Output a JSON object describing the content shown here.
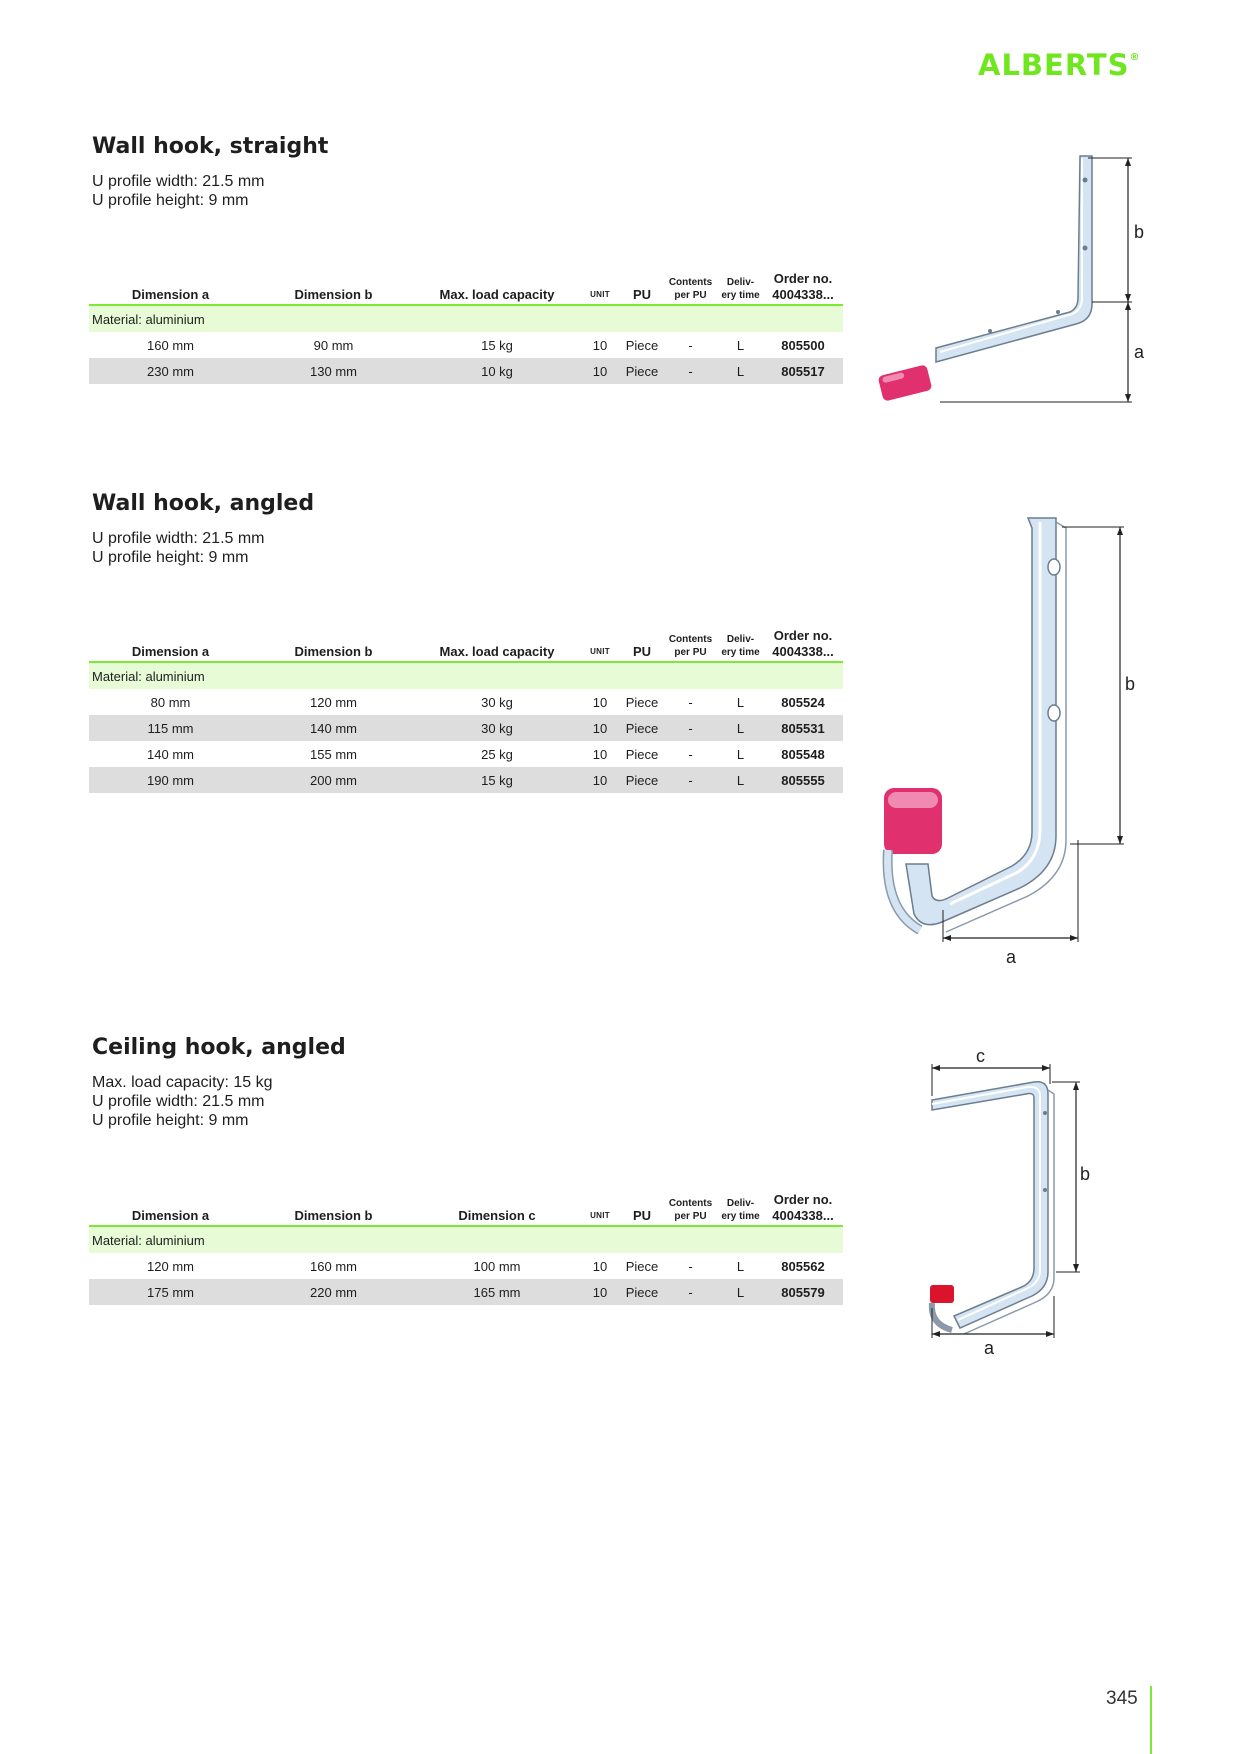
{
  "brand": {
    "name": "ALBERTS",
    "mark": "®"
  },
  "page_number": "345",
  "columns_common": {
    "dim_a": "Dimension a",
    "dim_b": "Dimension b",
    "unit": "UNIT",
    "pu": "PU",
    "contents1": "Contents",
    "contents2": "per PU",
    "delivery1": "Deliv-",
    "delivery2": "ery time",
    "order1": "Order no.",
    "order2": "4004338..."
  },
  "sections": [
    {
      "title": "Wall hook, straight",
      "specs": [
        "U profile width: 21.5 mm",
        "U profile height: 9 mm"
      ],
      "col3": "Max. load capacity",
      "material": "Material: aluminium",
      "rows": [
        [
          "160 mm",
          "90 mm",
          "15 kg",
          "10",
          "Piece",
          "-",
          "L",
          "805500"
        ],
        [
          "230 mm",
          "130 mm",
          "10 kg",
          "10",
          "Piece",
          "-",
          "L",
          "805517"
        ]
      ],
      "fig_labels": {
        "b": "b",
        "a": "a"
      }
    },
    {
      "title": "Wall hook, angled",
      "specs": [
        "U profile width: 21.5 mm",
        "U profile height: 9 mm"
      ],
      "col3": "Max. load capacity",
      "material": "Material: aluminium",
      "rows": [
        [
          "80 mm",
          "120 mm",
          "30 kg",
          "10",
          "Piece",
          "-",
          "L",
          "805524"
        ],
        [
          "115 mm",
          "140 mm",
          "30 kg",
          "10",
          "Piece",
          "-",
          "L",
          "805531"
        ],
        [
          "140 mm",
          "155 mm",
          "25 kg",
          "10",
          "Piece",
          "-",
          "L",
          "805548"
        ],
        [
          "190 mm",
          "200 mm",
          "15 kg",
          "10",
          "Piece",
          "-",
          "L",
          "805555"
        ]
      ],
      "fig_labels": {
        "b": "b",
        "a": "a"
      }
    },
    {
      "title": "Ceiling hook, angled",
      "specs": [
        "Max. load capacity: 15 kg",
        "U profile width: 21.5 mm",
        "U profile height: 9 mm"
      ],
      "col3": "Dimension c",
      "material": "Material: aluminium",
      "rows": [
        [
          "120 mm",
          "160 mm",
          "100 mm",
          "10",
          "Piece",
          "-",
          "L",
          "805562"
        ],
        [
          "175 mm",
          "220 mm",
          "165 mm",
          "10",
          "Piece",
          "-",
          "L",
          "805579"
        ]
      ],
      "fig_labels": {
        "c": "c",
        "b": "b",
        "a": "a"
      }
    }
  ],
  "colors": {
    "accent": "#7cea34",
    "logo": "#6fe61e",
    "material_bg": "#e6fbd6",
    "alt_row": "#dddddd",
    "cap": "#e0306e",
    "cap_red": "#d9142c",
    "metal": "#d4e4f2"
  }
}
